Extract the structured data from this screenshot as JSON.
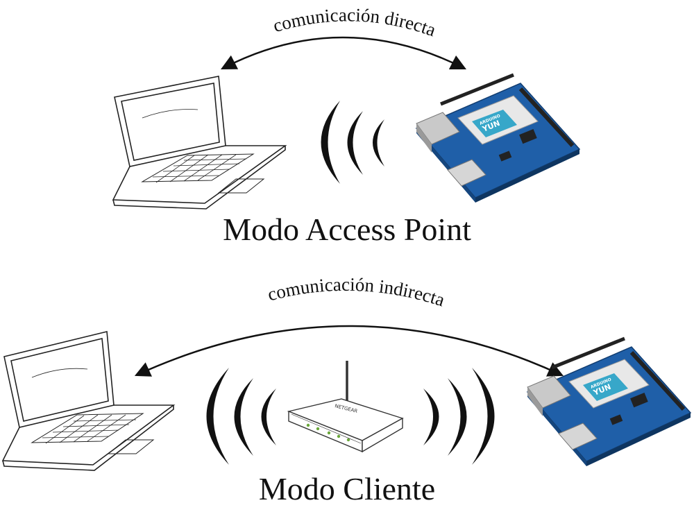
{
  "top_section": {
    "arc_label": "comunicación directa",
    "mode_title": "Modo Access Point",
    "devices": [
      "laptop-icon",
      "wifi-waves-icon",
      "arduino-yun-board"
    ]
  },
  "bottom_section": {
    "arc_label": "comunicación indirecta",
    "mode_title": "Modo Cliente",
    "devices": [
      "laptop-icon",
      "wifi-waves-icon",
      "router-icon",
      "wifi-waves-icon",
      "arduino-yun-board"
    ]
  },
  "board": {
    "brand_text": "ARDUINO",
    "model_text": "YUN",
    "color": "#1f5fa8"
  },
  "router": {
    "brand_text": "NETGEAR"
  },
  "colors": {
    "ink": "#111111",
    "board_blue": "#1f5fa8",
    "board_accent": "#37a7c9"
  }
}
